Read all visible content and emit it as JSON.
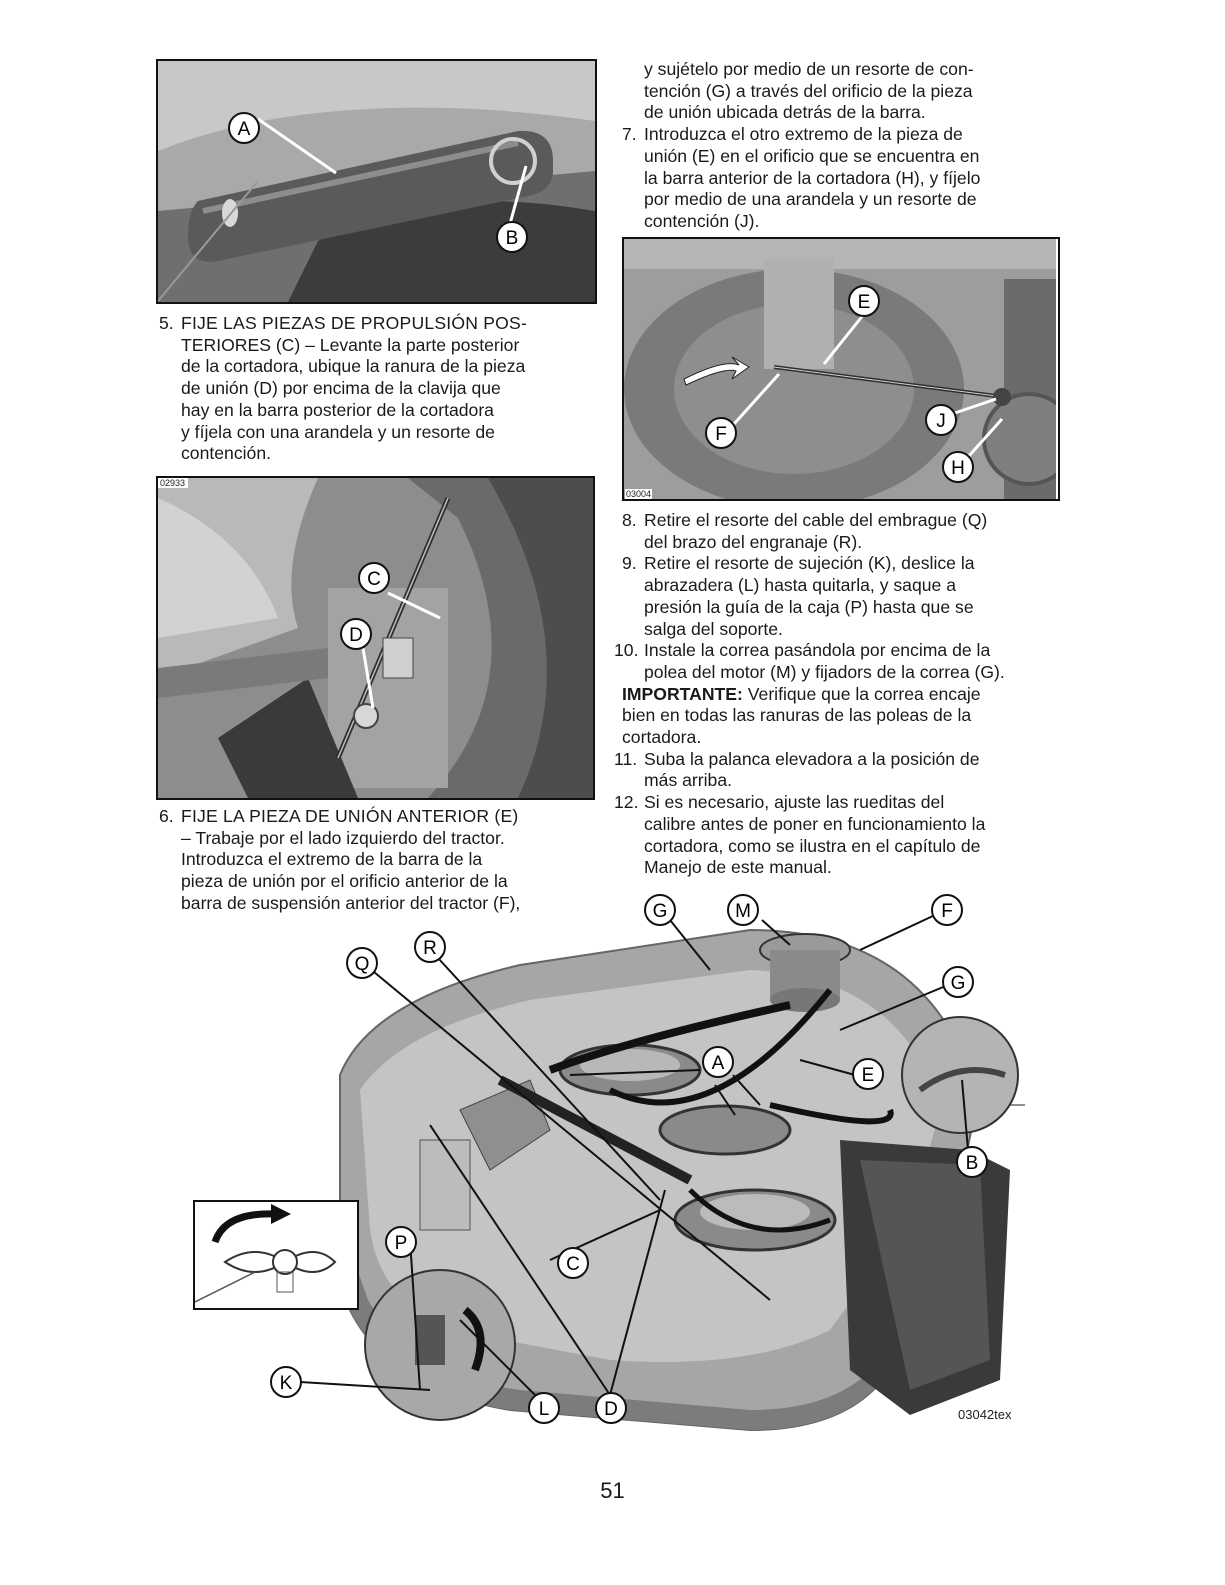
{
  "fig1": {
    "callouts": [
      "A",
      "B"
    ]
  },
  "step5": {
    "num": "5.",
    "lines": [
      "FIJE LAS PIEZAS DE PROPULSIÓN POS-",
      "TERIORES (C) – Levante la parte posterior",
      "de la cortadora, ubique la ranura de la pieza",
      "de unión (D) por encima de la clavija que",
      "hay en la barra posterior de la cortadora",
      "y fíjela con una arandela y un resorte de",
      "contención."
    ]
  },
  "fig2": {
    "code": "02933",
    "callouts": [
      "C",
      "D"
    ]
  },
  "step6": {
    "num": "6.",
    "lines": [
      "FIJE LA PIEZA DE UNIÓN ANTERIOR (E)",
      "– Trabaje por el lado izquierdo del tractor.",
      "Introduzca el extremo de la barra de la",
      "pieza de unión por el orificio anterior de la",
      "barra de suspensión anterior del tractor (F),"
    ]
  },
  "step6_cont": {
    "lines": [
      "y sujételo por medio de un resorte de con-",
      "tención (G) a través del orificio de la pieza",
      "de unión ubicada detrás de la barra."
    ]
  },
  "step7": {
    "num": "7.",
    "lines": [
      "Introduzca el otro extremo de la pieza de",
      "unión (E) en el orificio que se encuentra en",
      "la barra anterior de la cortadora (H), y fíjelo",
      "por medio de una arandela y un resorte de",
      "contención (J)."
    ]
  },
  "fig3": {
    "code": "03004",
    "callouts": [
      "E",
      "F",
      "J",
      "H"
    ]
  },
  "step8": {
    "num": "8.",
    "lines": [
      "Retire el resorte del cable del embrague (Q)",
      "del brazo del engranaje (R)."
    ]
  },
  "step9": {
    "num": "9.",
    "lines": [
      "Retire el resorte de sujeción (K), deslice la",
      "abrazadera (L) hasta quitarla, y saque a",
      "presión la guía de la caja (P) hasta que se",
      "salga del soporte."
    ]
  },
  "step10": {
    "num": "10.",
    "lines": [
      "Instale la correa pasándola por encima de la",
      "polea del motor (M) y fijadors de la correa (G)."
    ]
  },
  "important": {
    "label": "IMPORTANTE:",
    "lines": [
      "Verifique que la correa encaje",
      "bien en todas las ranuras de las poleas de la",
      "cortadora."
    ]
  },
  "step11": {
    "num": "11.",
    "lines": [
      "Suba la palanca elevadora a la posición de",
      "más arriba."
    ]
  },
  "step12": {
    "num": "12.",
    "lines": [
      "Si es necesario, ajuste las rueditas del",
      "calibre antes de poner en funcionamiento la",
      "cortadora, como se ilustra en el capítulo de",
      "Manejo de este manual."
    ]
  },
  "fig4": {
    "code": "03042tex",
    "callouts": [
      "Q",
      "R",
      "G",
      "M",
      "F",
      "G",
      "A",
      "E",
      "B",
      "P",
      "C",
      "K",
      "L",
      "D"
    ]
  },
  "page_number": "51"
}
